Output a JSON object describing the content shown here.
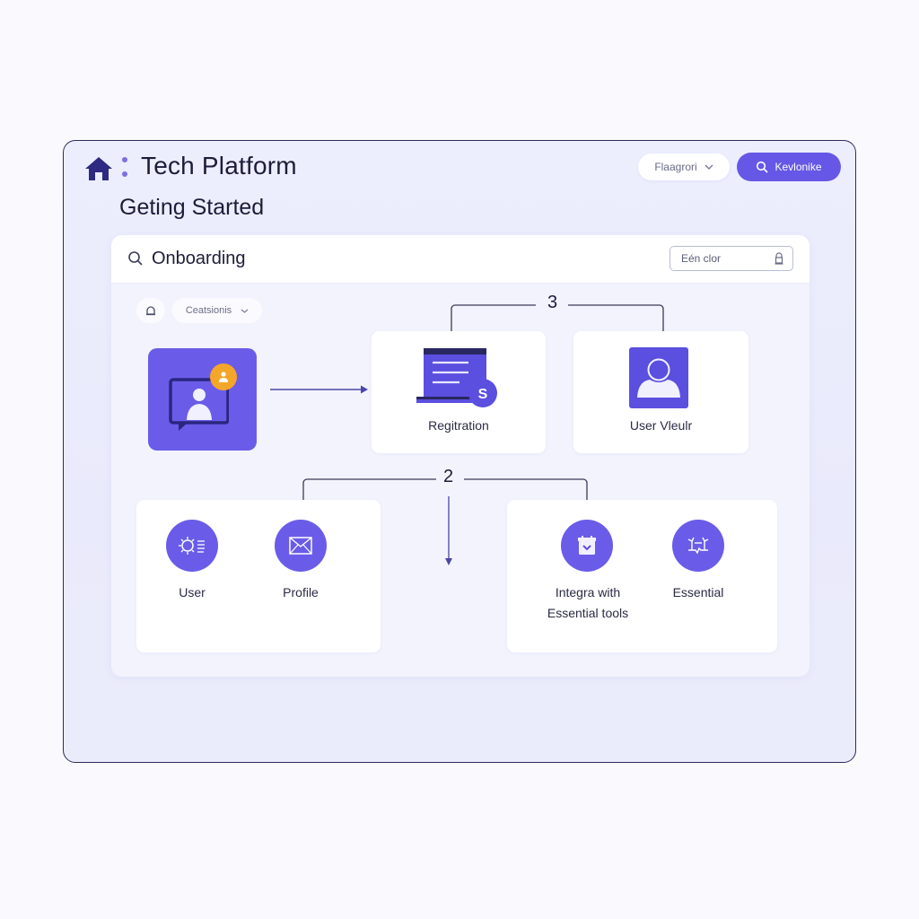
{
  "header": {
    "app_title": "Tech Platform",
    "page_title": "Geting Started",
    "select_label": "Flaagrori",
    "action_label": "Kevlonike",
    "icons": {
      "home": "home-icon",
      "more": "vertical-dots-icon",
      "dropdown": "chevron-down-icon",
      "search": "search-icon"
    }
  },
  "panel": {
    "title": "Onboarding",
    "filter_placeholder": "Eén clor",
    "toolbar": {
      "bell_icon": "bell-icon",
      "select_label": "Ceatsionis"
    }
  },
  "flow": {
    "start_tile": {
      "icon": "chat-user-icon",
      "badge_icon": "notification-badge-icon",
      "badge_color": "#f4a62a"
    },
    "step_top": {
      "number": "3",
      "cards": [
        {
          "label": "Regitration",
          "icon": "registration-form-icon"
        },
        {
          "label": "User Vleulr",
          "icon": "user-avatar-icon"
        }
      ]
    },
    "step_bottom": {
      "number": "2",
      "left_card": {
        "items": [
          {
            "label": "User",
            "icon": "user-settings-icon"
          },
          {
            "label": "Profile",
            "icon": "envelope-icon"
          }
        ]
      },
      "right_card": {
        "items": [
          {
            "label_line1": "Integra with",
            "label_line2": "Essential tools",
            "icon": "calendar-check-icon"
          },
          {
            "label": "Essential",
            "icon": "tools-icon"
          }
        ]
      }
    }
  },
  "colors": {
    "accent": "#6657e6",
    "frame_border": "#2d2b5a",
    "badge": "#f4a62a",
    "text": "#1d1c3a"
  }
}
